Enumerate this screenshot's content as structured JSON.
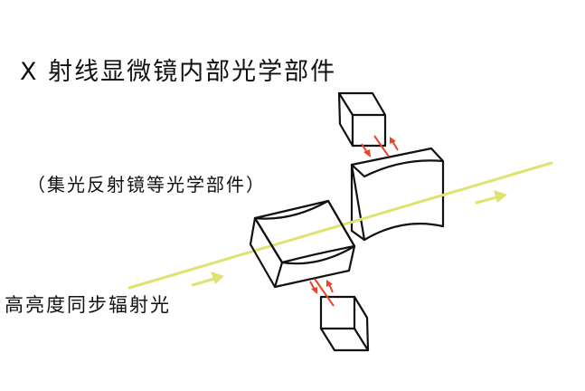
{
  "title": "X 射线显微镜内部光学部件",
  "subtitle": "（集光反射镜等光学部件）",
  "beam_label": "高亮度同步辐射光",
  "colors": {
    "beam": "#dde36e",
    "arrows": "#e8452a",
    "outline": "#111111"
  }
}
